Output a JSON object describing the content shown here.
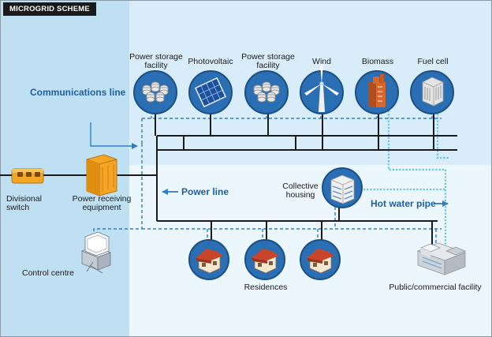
{
  "title": "MICROGRID SCHEME",
  "legend": {
    "communications_line": "Communications line",
    "power_line": "Power line",
    "hot_water_pipe": "Hot water pipe"
  },
  "sources": {
    "power_storage_1": "Power storage\nfacility",
    "photovoltaic": "Photovoltaic",
    "power_storage_2": "Power storage\nfacility",
    "wind": "Wind",
    "biomass": "Biomass",
    "fuel_cell": "Fuel cell"
  },
  "nodes": {
    "divisional_switch": "Divisional\nswitch",
    "power_receiving": "Power receiving\nequipment",
    "control_centre": "Control centre",
    "collective_housing": "Collective\nhousing",
    "residences": "Residences",
    "public_facility": "Public/commercial facility"
  },
  "colors": {
    "left_panel": "#bfe0f3",
    "right_panel": "#ddeefa",
    "lower_panel": "#ebf5fc",
    "power_line": "#1a1a1a",
    "comm_line": "#2e7fc4",
    "hot_water": "#63c4e6",
    "icon_blue": "#2a6fb3",
    "house_red": "#c8452a",
    "equipment_orange": "#f2a623"
  },
  "icons": {
    "power_storage": "battery-cluster-icon",
    "photovoltaic": "solar-panel-icon",
    "wind": "wind-turbine-icon",
    "biomass": "biomass-plant-icon",
    "fuel_cell": "fuel-cell-icon",
    "collective_housing": "apartment-icon",
    "residence": "house-icon",
    "public_facility": "commercial-building-icon",
    "control_centre": "computer-terminal-icon",
    "divisional_switch": "switch-icon",
    "power_receiving": "cabinet-icon"
  }
}
